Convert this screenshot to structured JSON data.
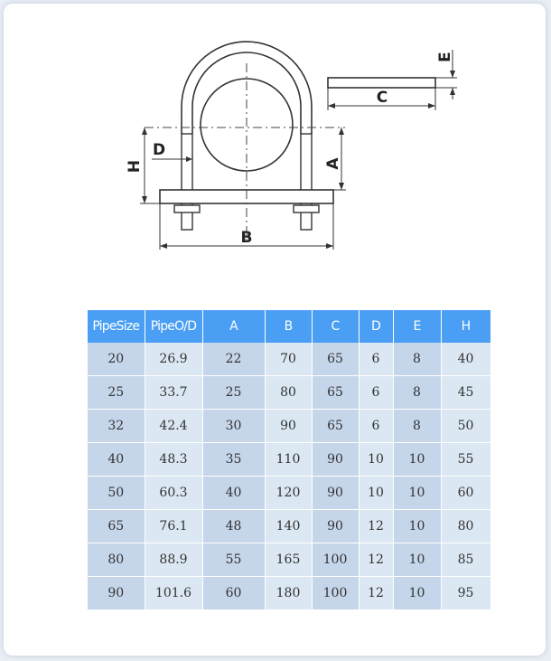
{
  "diagram_labels": {
    "h": "H",
    "d": "D",
    "a": "A",
    "b": "B",
    "c": "C",
    "e": "E"
  },
  "table": {
    "headers": [
      "PipeSize",
      "PipeO/D",
      "A",
      "B",
      "C",
      "D",
      "E",
      "H"
    ],
    "rows": [
      [
        "20",
        "26.9",
        "22",
        "70",
        "65",
        "6",
        "8",
        "40"
      ],
      [
        "25",
        "33.7",
        "25",
        "80",
        "65",
        "6",
        "8",
        "45"
      ],
      [
        "32",
        "42.4",
        "30",
        "90",
        "65",
        "6",
        "8",
        "50"
      ],
      [
        "40",
        "48.3",
        "35",
        "110",
        "90",
        "10",
        "10",
        "55"
      ],
      [
        "50",
        "60.3",
        "40",
        "120",
        "90",
        "10",
        "10",
        "60"
      ],
      [
        "65",
        "76.1",
        "48",
        "140",
        "90",
        "12",
        "10",
        "80"
      ],
      [
        "80",
        "88.9",
        "55",
        "165",
        "100",
        "12",
        "10",
        "85"
      ],
      [
        "90",
        "101.6",
        "60",
        "180",
        "100",
        "12",
        "10",
        "95"
      ]
    ]
  },
  "colors": {
    "header_bg": "#4a9ff5",
    "cell_dark": "#c5d5ea",
    "cell_light": "#dbe7f3"
  }
}
